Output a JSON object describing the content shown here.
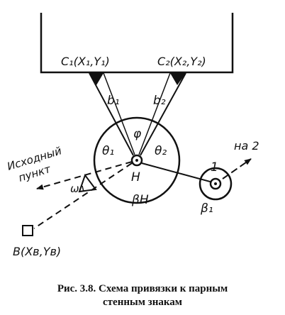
{
  "figure": {
    "labels": {
      "c1": "C₁(X₁,Y₁)",
      "c2": "C₂(X₂,Y₂)",
      "b1": "b₁",
      "b2": "b₂",
      "phi": "φ",
      "theta1": "θ₁",
      "theta2": "θ₂",
      "h": "H",
      "beta_h": "βH",
      "omega": "ω",
      "point1": "1",
      "to2": "на 2",
      "beta1": "β₁",
      "origin_line1": "Исходный",
      "origin_line2": "пункт",
      "point_b": "B(Xв,Yв)"
    },
    "caption": {
      "line1": "Рис. 3.8. Схема привязки к парным",
      "line2": "стенным знакам"
    },
    "colors": {
      "ink": "#111111",
      "background": "#ffffff"
    }
  }
}
